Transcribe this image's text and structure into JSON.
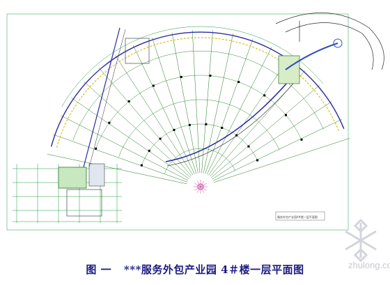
{
  "caption": {
    "figure_label": "图 一",
    "title": "***服务外包产业园 4＃楼一层平面图"
  },
  "title_block": {
    "text": "服务外包产业园4#楼一层平面图"
  },
  "watermark": {
    "text": "zhulong.com",
    "icon": "snowflake-logo-icon"
  },
  "colors": {
    "grid_line": "#1e7a1e",
    "wall": "#2a2aa0",
    "dim_line": "#1e9a3a",
    "column": "#000000",
    "center": "#c8409a",
    "caption": "#1a1a80",
    "accent": "#d8c020"
  }
}
